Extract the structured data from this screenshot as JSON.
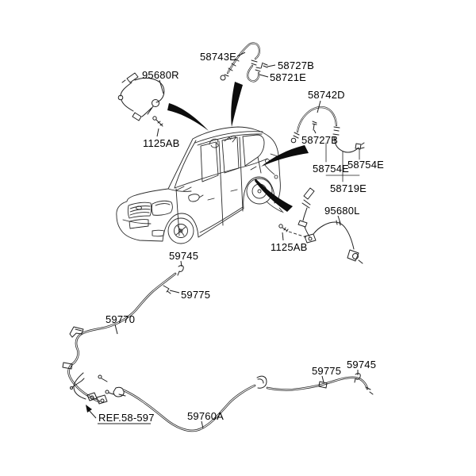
{
  "canvas": {
    "background": "#ffffff",
    "ink_color": "#1f1f1f",
    "arrow_fill": "#0d0d0d",
    "label_color": "#000000"
  },
  "labels": {
    "hose_front": "58743E",
    "clip_front": "58727B",
    "fitting_front": "58721E",
    "sensor_right": "95680R",
    "bolt_left": "1125AB",
    "hose_rear": "58742D",
    "clip_rear": "58727B",
    "bracket_left": "58754E",
    "bracket_right": "58754E",
    "tube_rear": "58719E",
    "sensor_left": "95680L",
    "bolt_right": "1125AB",
    "clip_cable_top": "59745",
    "clip_cable_mid": "59775",
    "cable_front": "59770",
    "clip_cable_right_a": "59775",
    "clip_cable_right_b": "59745",
    "cable_rear": "59760A",
    "reference": "REF.58-597"
  }
}
